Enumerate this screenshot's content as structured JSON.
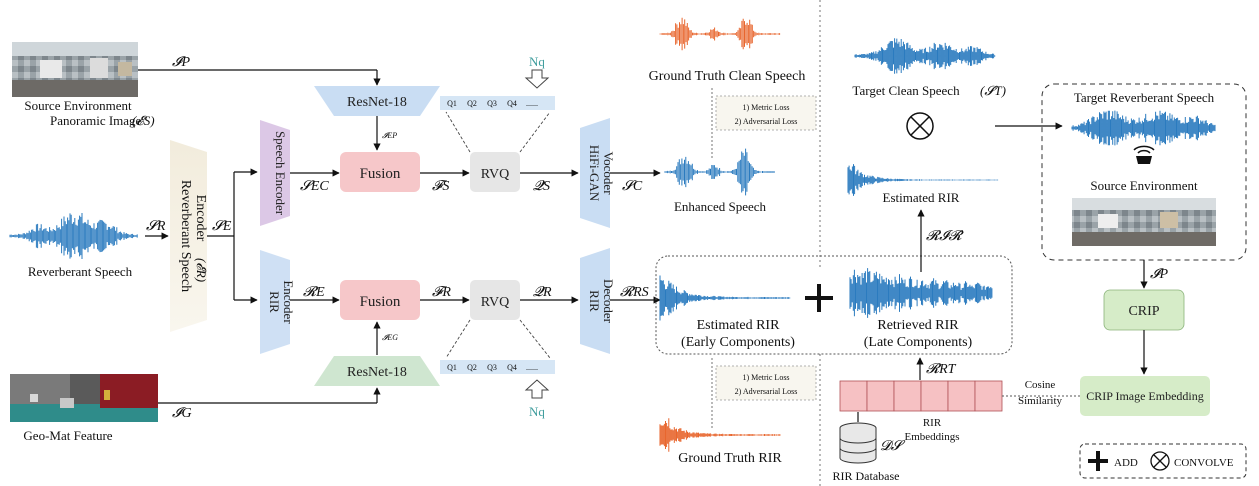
{
  "labels": {
    "source_env_image_1": "Source Environment",
    "source_env_image_2": "Panoramic Image",
    "source_env_image_sym": "(𝓔S)",
    "reverberant_speech": "Reverberant Speech",
    "geo_mat": "Geo-Mat Feature",
    "rev_encoder_1": "Reverberant Speech",
    "rev_encoder_2": "Encoder",
    "rev_encoder_sym": "(𝓔R)",
    "speech_encoder": "Speech Encoder",
    "rir_encoder": "RIR Encoder",
    "resnet_top": "ResNet-18",
    "resnet_bottom": "ResNet-18",
    "fusion_top": "Fusion",
    "fusion_bottom": "Fusion",
    "rvq_top": "RVQ",
    "rvq_bottom": "RVQ",
    "hifigan_1": "HiFi-GAN",
    "hifigan_2": "Vocoder",
    "rir_decoder_1": "RIR",
    "rir_decoder_2": "Decoder",
    "gt_clean_speech": "Ground Truth Clean Speech",
    "enhanced_speech": "Enhanced Speech",
    "gt_rir": "Ground Truth RIR",
    "loss_top_1": "1) Metric Loss",
    "loss_top_2": "2) Adversarial Loss",
    "loss_bottom_1": "1) Metric Loss",
    "loss_bottom_2": "2) Adversarial Loss",
    "est_rir_early_1": "Estimated RIR",
    "est_rir_early_2": "(Early Components)",
    "retrieved_rir_1": "Retrieved RIR",
    "retrieved_rir_2": "(Late Components)",
    "estimated_rir": "Estimated RIR",
    "target_clean_speech": "Target Clean Speech",
    "target_reverberant_speech": "Target Reverberant Speech",
    "source_environment": "Source Environment",
    "crip": "CRIP",
    "crip_embedding": "CRIP Image Embedding",
    "cosine_1": "Cosine",
    "cosine_2": "Similarity",
    "rir_embeddings_1": "RIR",
    "rir_embeddings_2": "Embeddings",
    "rir_database": "RIR Database",
    "legend_add": "ADD",
    "legend_convolve": "CONVOLVE",
    "nq_top": "Nq",
    "nq_bottom": "Nq",
    "codebook": [
      "Q1",
      "Q2",
      "Q3",
      "Q4",
      "......"
    ]
  },
  "symbols": {
    "ip_top": "𝓘P",
    "ig": "𝓘G",
    "sr": "𝓢R",
    "se": "𝓢E",
    "sec": "𝓢EC",
    "fs": "𝓕S",
    "qs": "𝓠S",
    "sc": "𝓢C",
    "re": "𝓡E",
    "fr": "𝓕R",
    "qr": "𝓠R",
    "rrs": "𝓡RS",
    "iep": "𝓘EP",
    "ieg": "𝓘EG",
    "rir_hat": "𝓡𝓘𝓡̂",
    "rrt": "𝓡RT",
    "ds": "𝓓𝓢",
    "ip_right": "𝓘P",
    "st": "(𝓢T)"
  },
  "colors": {
    "waveform_blue": "#2b7bbf",
    "waveform_orange": "#e8662e",
    "fusion_pink": "#f6c7c9",
    "speech_encoder_purple": "#dcc8e6",
    "encoder_blue": "#cfe0f4",
    "resnet_top_blue": "#c9ddf3",
    "resnet_bottom_green": "#cfe6d0",
    "crip_green": "#d6ecc8",
    "rev_encoder_beige": "#f6f1e4",
    "rvq_gray": "#e6e6e6",
    "rir_embedding_pink": "#f6c1c3"
  }
}
